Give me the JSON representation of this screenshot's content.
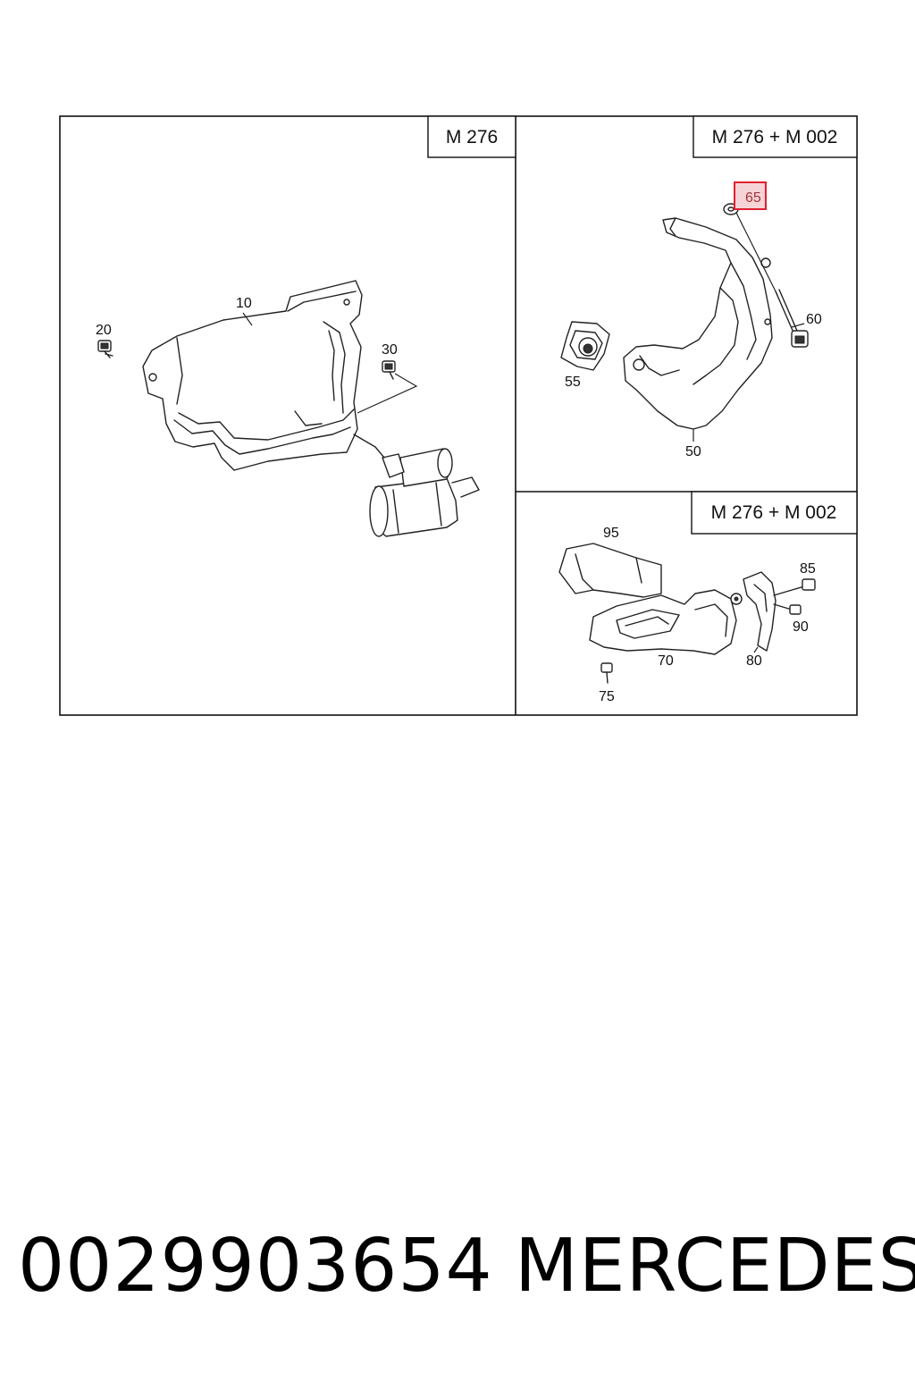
{
  "panels": {
    "left": {
      "header": "M 276"
    },
    "top_right": {
      "header": "M 276 + M 002"
    },
    "bottom_right": {
      "header": "M 276 + M 002"
    }
  },
  "callouts": {
    "c10": "10",
    "c20": "20",
    "c30": "30",
    "c50": "50",
    "c55": "55",
    "c60": "60",
    "c65": "65",
    "c70": "70",
    "c75": "75",
    "c80": "80",
    "c85": "85",
    "c90": "90",
    "c95": "95"
  },
  "highlighted_callout": "65",
  "colors": {
    "highlight_border": "#e02030",
    "highlight_fill": "#f6d3d6",
    "line": "#222222"
  },
  "footer": {
    "part_number": "0029903654",
    "brand": "MERCEDES"
  }
}
